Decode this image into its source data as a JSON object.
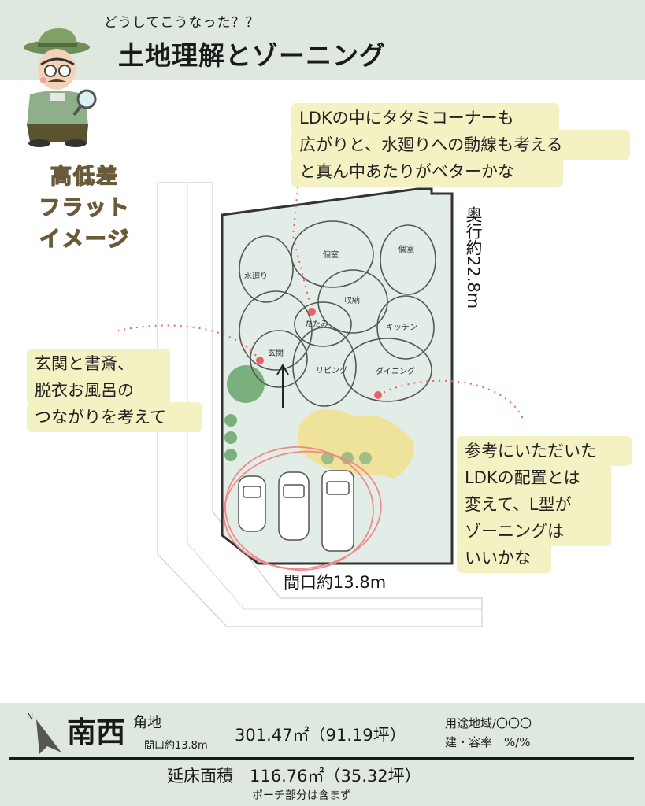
{
  "header": {
    "subtitle": "どうしてこうなった？？",
    "title": "土地理解とゾーニング"
  },
  "side_labels": [
    "高低差",
    "フラット",
    "イメージ"
  ],
  "callouts": {
    "top": [
      "LDKの中にタタミコーナーも",
      "広がりと、水廻りへの動線も考える",
      "と真ん中あたりがベターかな"
    ],
    "left": [
      "玄関と書斎、",
      "脱衣お風呂の",
      "つながりを考えて"
    ],
    "right": [
      "参考にいただいた",
      "LDKの配置とは",
      "変えて、L型が",
      "ゾーニングは",
      "いいかな"
    ]
  },
  "rooms": [
    "個室",
    "個室",
    "水廻り",
    "収納",
    "たたみ",
    "キッチン",
    "玄関",
    "リビング",
    "ダイニング"
  ],
  "dimensions": {
    "depth": "奥行約22.8m",
    "frontage": "間口約13.8m"
  },
  "footer": {
    "compass_letter": "N",
    "direction_main": "南西",
    "direction_sub": "角地",
    "frontage": "間口約13.8m",
    "area": "301.47㎡（91.19坪）",
    "zoning_use": "用途地域/〇〇〇",
    "coverage": "建・容率　%/%",
    "floor_area": "延床面積　116.76㎡（35.32坪）",
    "porch_note": "ポーチ部分は含まず"
  },
  "colors": {
    "header_bg": "#dfe8de",
    "lot_fill": "#e3ede7",
    "bubble_bg": "#f4f1c2",
    "accent_dot": "#e8616a",
    "tree_green": "#79b07e",
    "yellow_scribble": "#f1e08a",
    "parking_circle": "#ef8a8a"
  },
  "icons": [
    "detective-icon",
    "compass-arrow-icon",
    "car-icon",
    "tree-icon",
    "arrow-up-icon"
  ]
}
